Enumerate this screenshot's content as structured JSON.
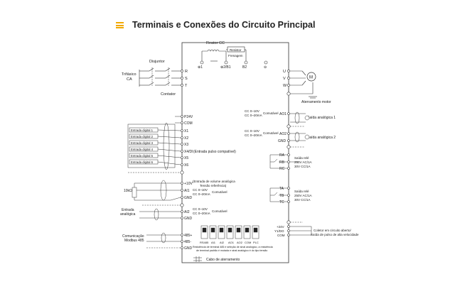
{
  "page": {
    "title": "Terminais e Conexões do Circuito Principal"
  },
  "icons": {
    "menu": "menu-icon",
    "motor": "motor-icon",
    "ground": "ground-icon"
  },
  "colors": {
    "accent": "#f2a900",
    "line": "#333333",
    "fill": "#ffffff"
  },
  "power": {
    "breaker": "Disjuntor",
    "supply_line1": "Trifásico",
    "supply_line2": "CA",
    "contactor": "Contator",
    "inputs": [
      "R",
      "S",
      "T"
    ],
    "dc_reactor": "Reator CC",
    "brake_resistor_line1": "Resistor",
    "brake_resistor_line2": "Frenagem",
    "dc_terminals": [
      "⊕1",
      "⊕2/B1",
      "B2",
      "⊖"
    ],
    "outputs": [
      "U",
      "V",
      "W"
    ],
    "motor_symbol": "M",
    "motor_ground": "Aterramento motor"
  },
  "control_left": {
    "p24v": "P24V",
    "com": "COM",
    "digital_inputs": [
      "Entrada digital 1",
      "Entrada digital 2",
      "Entrada digital 3",
      "Entrada digital 4",
      "Entrada digital 5",
      "Entrada digital 6"
    ],
    "x_terminals": [
      "X1",
      "X2",
      "X3",
      "X4/DI",
      "X5",
      "X6"
    ],
    "x4_note": "(Entrada pulso compatível)",
    "plus10v": "+10V",
    "plus10v_note_line1": "(Entrada de volume analógica",
    "plus10v_note_line2": "Tensão referência)",
    "pot_label": "10kΩ",
    "ai1": "AI1",
    "ai1_range1": "CC 0~10V",
    "ai1_range2": "CC 0~20mA",
    "ai1_switch": "Comutável",
    "gnd": "GND",
    "ai2": "AI2",
    "ai2_range1": "CC 0~10V",
    "ai2_range2": "CC 0~20mA",
    "ai2_switch": "Comutável",
    "analog_input_line1": "Entrada",
    "analog_input_line2": "analógica",
    "comm_line1": "Comunicação",
    "comm_line2": "Modbus 485",
    "rs485_plus": "485+",
    "rs485_minus": "485-",
    "gnd2": "GND"
  },
  "control_right": {
    "ao1_range1": "CC 0~10V",
    "ao1_range2": "CC 0~20mA",
    "ao1_switch": "Comutável",
    "ao1": "AO1",
    "ao1_label": "Saída analógica 1",
    "ao2_range1": "CC 0~10V",
    "ao2_range2": "CC 0~20mA",
    "ao2_switch": "Comutável",
    "ao2": "AO2",
    "gnd": "GND",
    "ao2_label": "Saída analógica 2",
    "relay1_terms": [
      "RA",
      "RB",
      "RC"
    ],
    "relay1_line1": "Saída relé",
    "relay1_line2": "250V AC/1A",
    "relay1_line3": "30V CC/1A",
    "relay2_terms": [
      "TA",
      "TB",
      "TC"
    ],
    "relay2_line1": "Saída relé",
    "relay2_line2": "250V AC/1A",
    "relay2_line3": "30V CC/1A",
    "p24v": "+24V",
    "y1do": "Y1/DO",
    "com": "COM",
    "open_collector_line1": "Coletor em circuito aberto/",
    "open_collector_line2": "Saída de pulso de alta velocidade"
  },
  "dip_switches": {
    "labels": [
      "RS485",
      "AI1",
      "AI2",
      "AO1",
      "AO2",
      "COM",
      "PLC"
    ],
    "note_line1": "Resistência de terminal 485 e seleção de sinal analógico, a resistência",
    "note_line2": "de terminal padrão é mutada e sinal analógico é do tipo tensão"
  },
  "footer": {
    "shield_label": "Cabo de aterramento"
  }
}
